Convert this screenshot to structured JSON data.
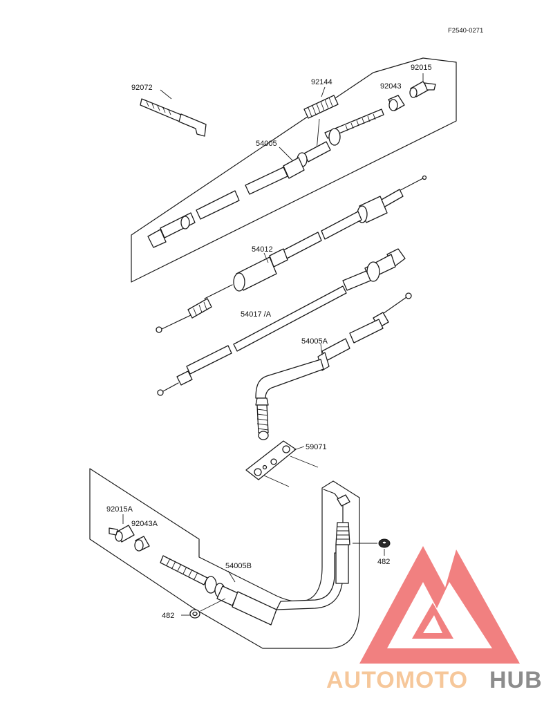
{
  "diagram": {
    "reference_code": "F2540-0271",
    "part_labels": {
      "p92072": "92072",
      "p92144": "92144",
      "p92043": "92043",
      "p92015": "92015",
      "p54005": "54005",
      "p54012": "54012",
      "p54017": "54017 /A",
      "p54005A": "54005A",
      "p59071": "59071",
      "p92015A": "92015A",
      "p92043A": "92043A",
      "p54005B": "54005B",
      "p482a": "482",
      "p482b": "482"
    }
  },
  "watermark": {
    "text_part1": "AUTOMOTO",
    "text_part2": "HUB",
    "color_part1": "#f6c79a",
    "color_part2": "#8c8c8c",
    "logo_color": "#ef6b6b"
  }
}
